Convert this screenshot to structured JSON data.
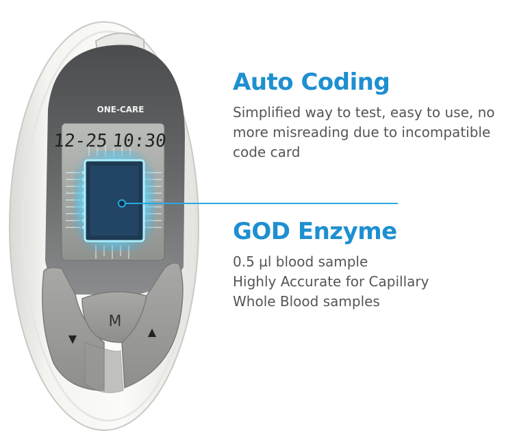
{
  "device": {
    "brand": "ONE-CARE",
    "screen_date": "12-25",
    "screen_time": "10:30",
    "button_center": "M",
    "button_left": "▼",
    "button_right": "▲"
  },
  "features": [
    {
      "title": "Auto Coding",
      "description": "Simplified way to test, easy to use, no more misreading due to incompatible code card"
    },
    {
      "title": "GOD Enzyme",
      "description_lines": [
        "0.5 µl blood sample",
        "Highly Accurate for Capillary",
        "Whole Blood samples"
      ]
    }
  ],
  "colors": {
    "accent": "#1e8fd1",
    "body_text": "#555555",
    "chip_glow": "#29a8e0"
  }
}
